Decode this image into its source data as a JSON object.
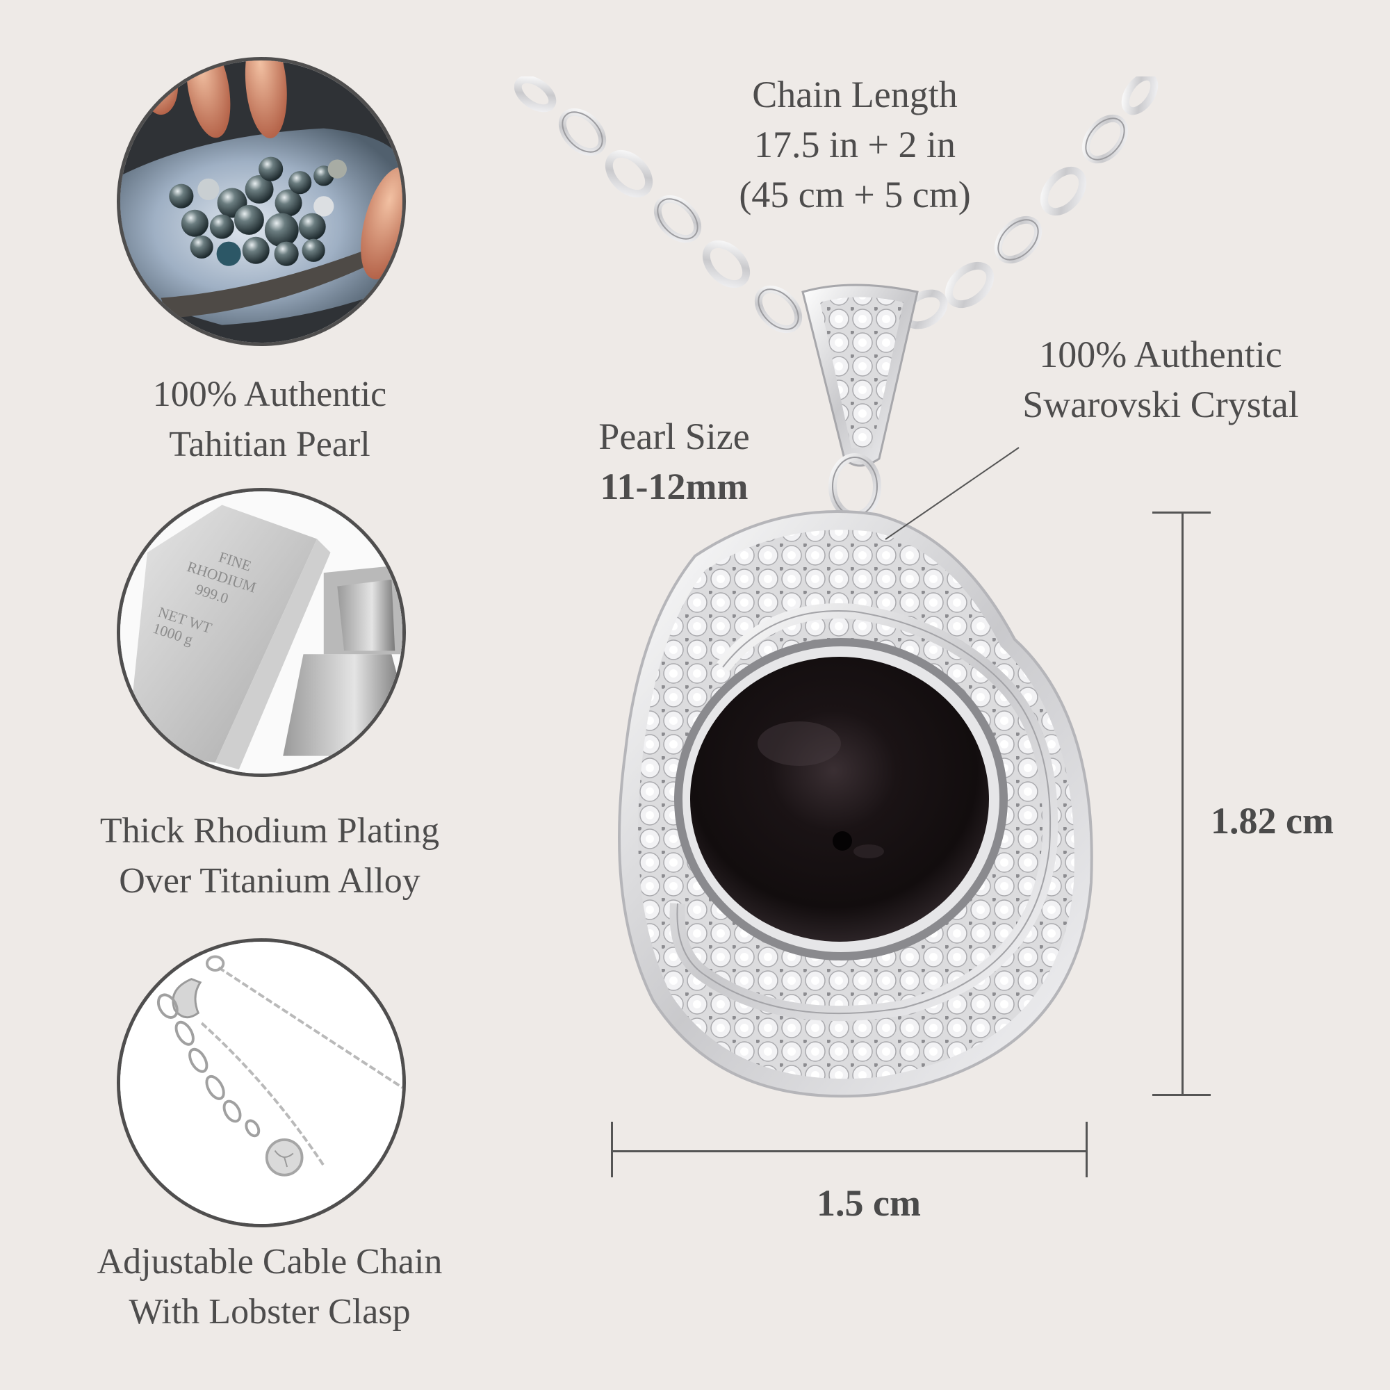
{
  "background_color": "#eeeae7",
  "text_color": "#4d4c4c",
  "features": [
    {
      "id": "tahitian-pearl",
      "image_icon": "pearls-in-oyster-shell-photo",
      "line1": "100% Authentic",
      "line2": "Tahitian Pearl"
    },
    {
      "id": "rhodium-plating",
      "image_icon": "rhodium-bars-photo",
      "bar_engraving": [
        "FINE",
        "RHODIUM",
        "999.0",
        "NET WT",
        "1000 g"
      ],
      "line1": "Thick Rhodium Plating",
      "line2": "Over Titanium Alloy"
    },
    {
      "id": "cable-chain",
      "image_icon": "lobster-clasp-chain-photo",
      "line1": "Adjustable Cable Chain",
      "line2": "With Lobster Clasp"
    }
  ],
  "chain_length": {
    "label": "Chain Length",
    "imperial": "17.5 in + 2 in",
    "metric": "(45 cm + 5 cm)"
  },
  "pearl_size": {
    "label": "Pearl Size",
    "value": "11-12mm"
  },
  "crystal": {
    "line1": "100% Authentic",
    "line2": "Swarovski Crystal"
  },
  "dimensions": {
    "height": "1.82 cm",
    "width": "1.5 cm"
  }
}
